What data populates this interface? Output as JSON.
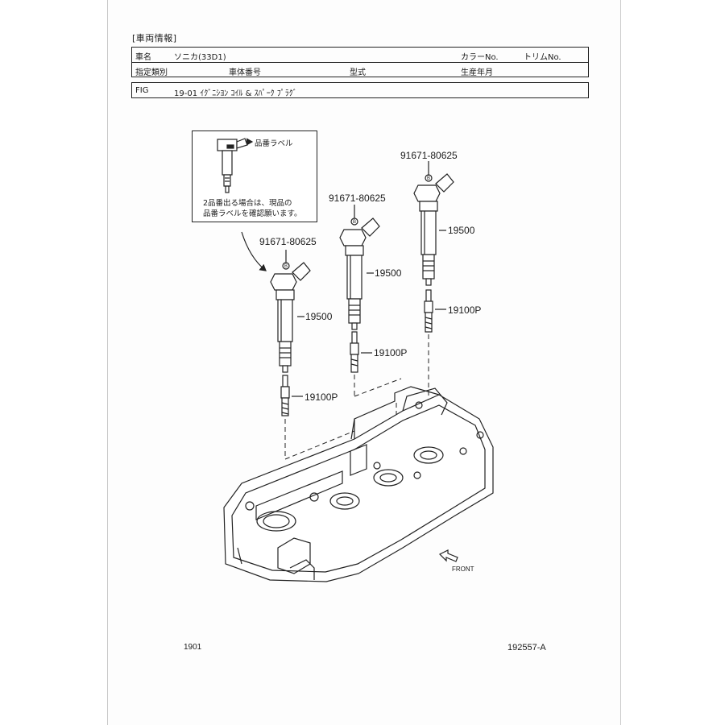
{
  "header": {
    "section_title": "[車両情報]",
    "row1": {
      "label_name": "車名",
      "value_name": "ソニカ(33D1)",
      "label_color": "カラーNo.",
      "label_trim": "トリムNo."
    },
    "row2": {
      "label_class": "指定類別",
      "label_vin": "車体番号",
      "label_model": "型式",
      "label_date": "生産年月"
    }
  },
  "fig": {
    "label": "FIG",
    "title": "19-01 ｲｸﾞﾆｼﾖﾝ ｺｲﾙ & ｽﾊﾟｰｸ ﾌﾟﾗｸﾞ"
  },
  "inset": {
    "label": "品番ラベル",
    "note_line1": "2品番出る場合は、現品の",
    "note_line2": "品番ラベルを確認願います。"
  },
  "callouts": {
    "bolt_left": "91671-80625",
    "bolt_mid": "91671-80625",
    "bolt_right": "91671-80625",
    "coil_left": "19500",
    "coil_mid": "19500",
    "coil_right": "19500",
    "plug_left": "19100P",
    "plug_mid": "19100P",
    "plug_right": "19100P",
    "marker": "B"
  },
  "front_label": "FRONT",
  "footer": {
    "page": "1901",
    "ref": "192557-A"
  }
}
